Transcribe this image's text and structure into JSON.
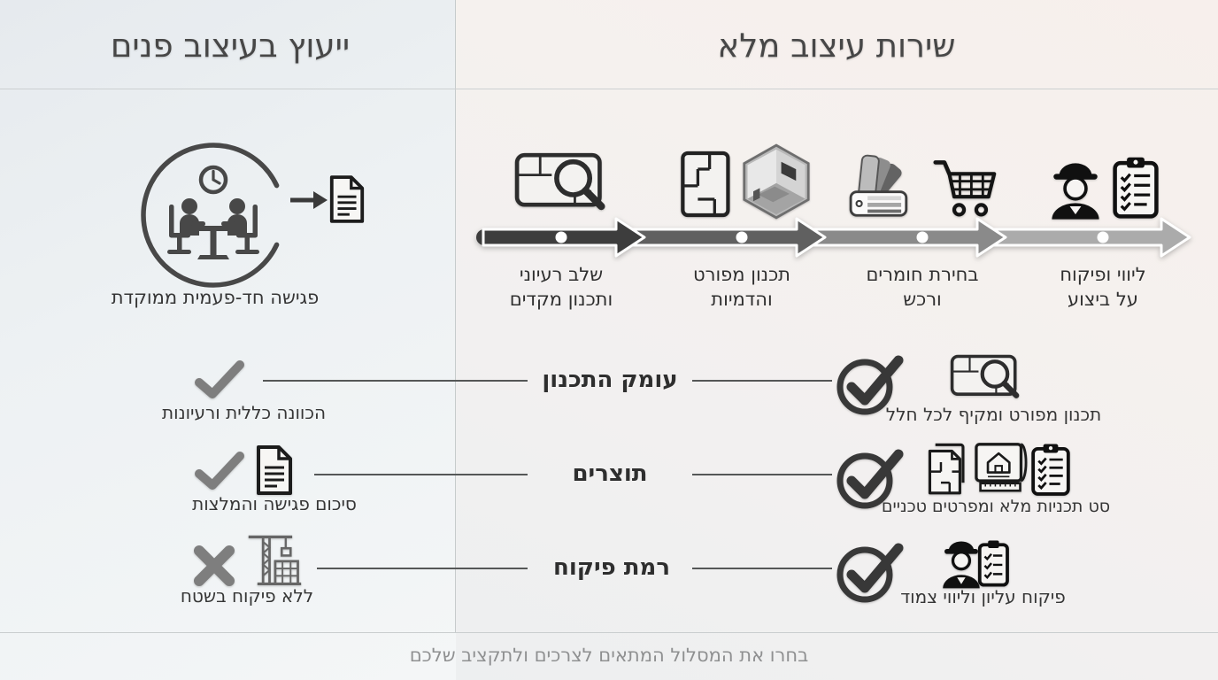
{
  "left_panel": {
    "title": "ייעוץ בעיצוב פנים",
    "caption": "פגישה חד-פעמית ממוקדת"
  },
  "right_panel": {
    "title": "שירות עיצוב מלא"
  },
  "timeline": {
    "steps": [
      {
        "line1": "שלב רעיוני",
        "line2": "ותכנון מקדים",
        "icon": "blueprint-magnifier-icon"
      },
      {
        "line1": "תכנון מפורט",
        "line2": "והדמיות",
        "icons": [
          "floor-plan-icon",
          "room-3d-icon"
        ]
      },
      {
        "line1": "בחירת חומרים",
        "line2": "ורכש",
        "icons": [
          "swatch-fan-icon",
          "shopping-cart-icon"
        ]
      },
      {
        "line1": "ליווי ופיקוח",
        "line2": "על ביצוע",
        "icons": [
          "construction-worker-icon",
          "checklist-clipboard-icon"
        ]
      }
    ]
  },
  "rows": [
    {
      "label": "עומק התכנון",
      "left_mark": "check-icon",
      "left_caption": "הכוונה כללית ורעיונות",
      "right_mark": "check-circle-icon",
      "right_icons": [
        "blueprint-magnifier-icon"
      ],
      "right_caption": "תכנון מפורט ומקיף לכל חלל"
    },
    {
      "label": "תוצרים",
      "left_mark": "check-icon",
      "left_icons": [
        "document-icon"
      ],
      "left_caption": "סיכום פגישה והמלצות",
      "right_mark": "check-circle-icon",
      "right_icons": [
        "plans-pages-icon",
        "house-drawing-icon",
        "checklist-clipboard-icon"
      ],
      "right_caption": "סט תכניות מלא ומפרטים טכניים"
    },
    {
      "label": "רמת פיקוח",
      "left_mark": "x-icon",
      "left_icons": [
        "crane-icon"
      ],
      "left_caption": "ללא פיקוח בשטח",
      "right_mark": "check-circle-icon",
      "right_icons": [
        "worker-clipboard-icon"
      ],
      "right_caption": "פיקוח עליון וליווי צמוד"
    }
  ],
  "footer": {
    "text": "בחרו את המסלול המתאים לצרכים ולתקציב שלכם"
  },
  "colors": {
    "timeline": [
      "#3d3d3d",
      "#606060",
      "#8a8a8a",
      "#ababab"
    ],
    "accent_dark": "#383838",
    "mark_gray": "#7e7e7e",
    "line": "#555757",
    "divider": "#c6cbcc",
    "text_dark": "#2e2e2e",
    "text_muted": "#8f9091"
  }
}
